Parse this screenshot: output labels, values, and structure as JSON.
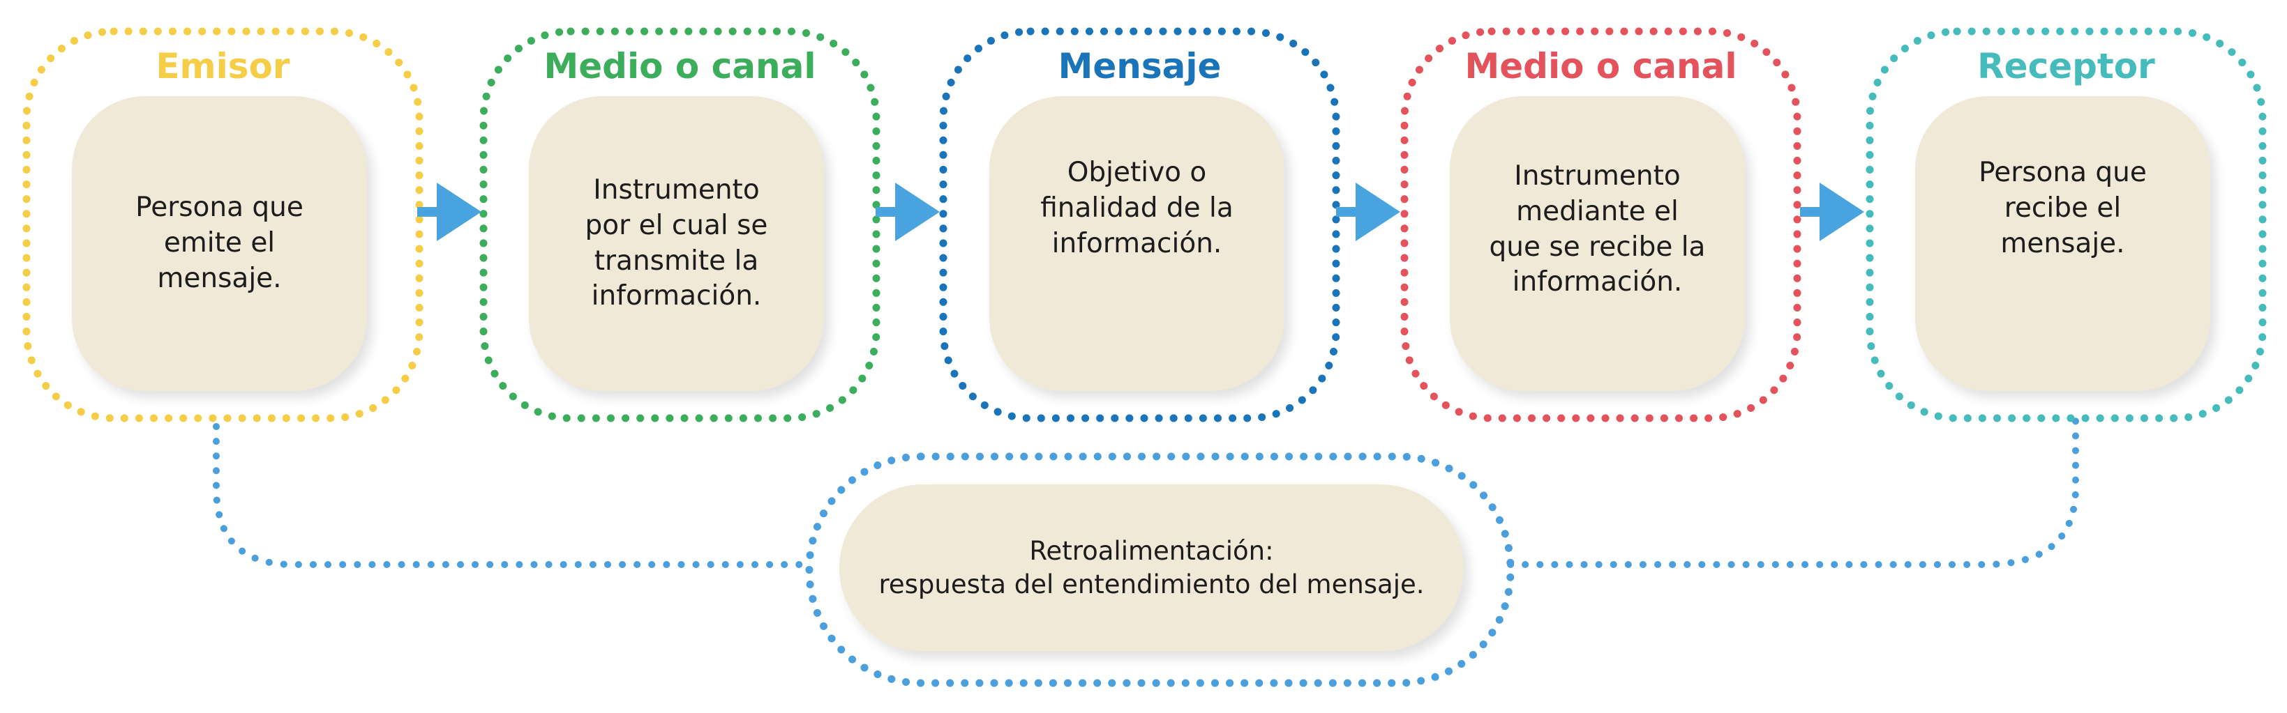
{
  "colors": {
    "emisor": "#f5cd47",
    "medio1": "#3cad5b",
    "mensaje": "#1a74ba",
    "medio2": "#e4525b",
    "receptor": "#45bbbb",
    "arrow": "#49a3df",
    "feedback": "#4a9fdc",
    "card": "#f1e9d7"
  },
  "stages": [
    {
      "title": "Emisor",
      "text": "Persona que\nemite el\nmensaje."
    },
    {
      "title": "Medio o canal",
      "text": "Instrumento\npor el cual se\ntransmite la\ninformación."
    },
    {
      "title": "Mensaje",
      "text": "Objetivo o\nfinalidad de la\ninformación."
    },
    {
      "title": "Medio o canal",
      "text": "Instrumento\nmediante el\nque se recibe la\ninformación."
    },
    {
      "title": "Receptor",
      "text": "Persona que\nrecibe el\nmensaje."
    }
  ],
  "feedback": {
    "text": "Retroalimentación:\nrespuesta del entendimiento del mensaje."
  }
}
